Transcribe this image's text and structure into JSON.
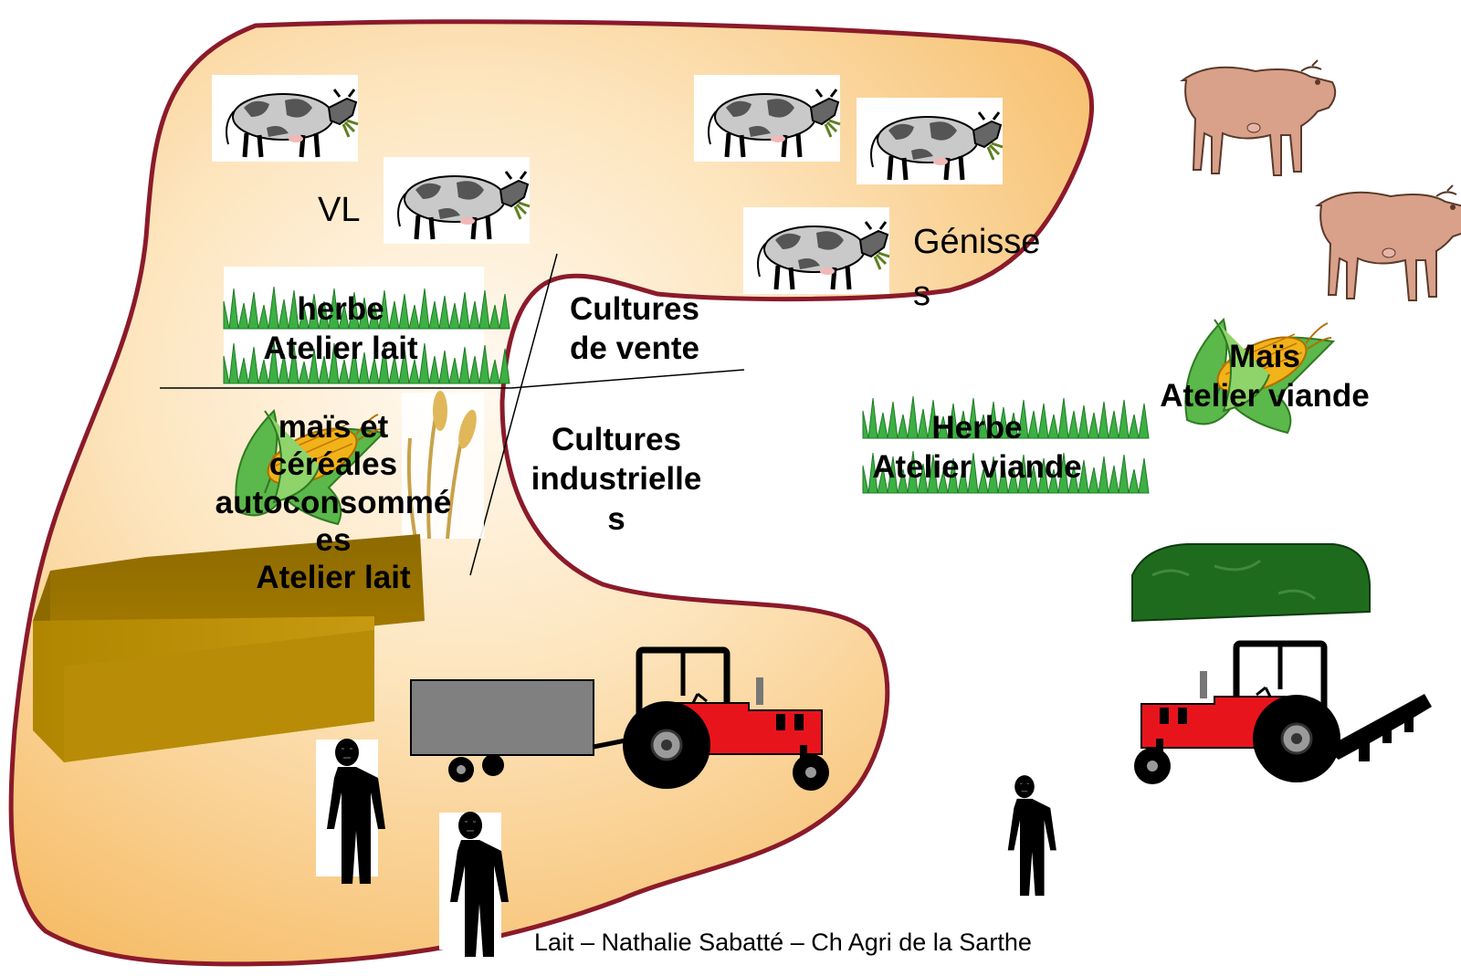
{
  "labels": {
    "vl": "VL",
    "genisses": "Génisse\ns",
    "herbe_lait": "herbe\nAtelier lait",
    "mais_cereales_lait": "maïs et\ncéréales\nautoconsommé\nes\nAtelier lait",
    "cultures_vente": "Cultures\nde vente",
    "cultures_industrielles": "Cultures\nindustrielle\ns",
    "herbe_viande": "Herbe\nAtelier viande",
    "mais_viande": "Maïs\nAtelier viande"
  },
  "footer": "Lait – Nathalie Sabatté – Ch Agri de la Sarthe",
  "colors": {
    "farm_fill_inner": "#fff8ee",
    "farm_fill_outer": "#f8c574",
    "farm_border": "#8b1a2a",
    "grass": "#2fa83a",
    "barn": "#a77d00",
    "tractor_red": "#e8141c",
    "trailer": "#808080",
    "silage": "#1e6b1e",
    "beef": "#d9a08a"
  }
}
